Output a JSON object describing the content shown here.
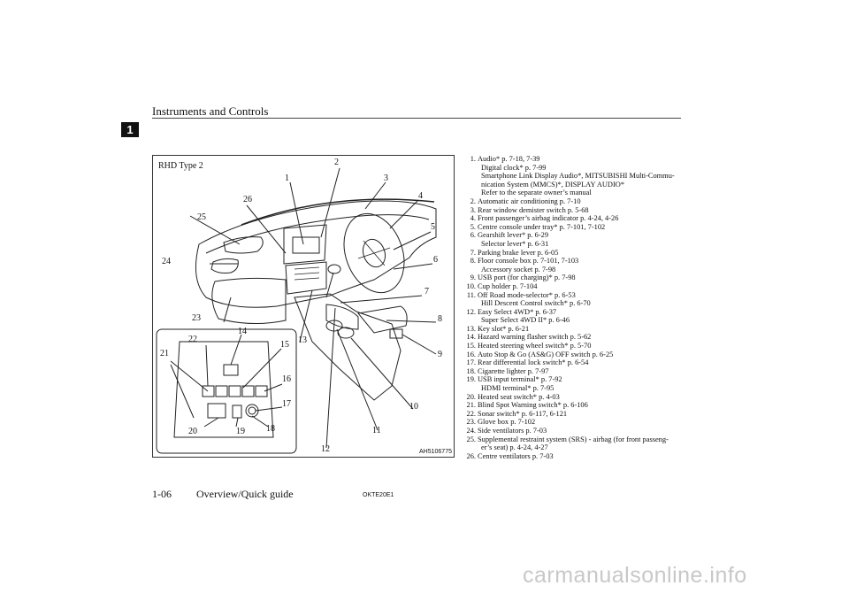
{
  "header": {
    "title": "Instruments and Controls",
    "chapter": "1"
  },
  "figure": {
    "label": "RHD Type 2",
    "code": "AH5106775",
    "callouts": [
      "1",
      "2",
      "3",
      "4",
      "5",
      "6",
      "7",
      "8",
      "9",
      "10",
      "11",
      "12",
      "13",
      "14",
      "15",
      "16",
      "17",
      "18",
      "19",
      "20",
      "21",
      "22",
      "23",
      "24",
      "25",
      "26"
    ]
  },
  "legend": [
    {
      "num": "1.",
      "lines": [
        "Audio* p. 7-18, 7-39",
        "Digital clock* p. 7-99",
        "Smartphone Link Display Audio*, MITSUBISHI Multi-Commu-",
        "nication System (MMCS)*, DISPLAY AUDIO*",
        "Refer to the separate owner’s manual"
      ]
    },
    {
      "num": "2.",
      "lines": [
        "Automatic air conditioning p. 7-10"
      ]
    },
    {
      "num": "3.",
      "lines": [
        "Rear window demister switch p. 5-68"
      ]
    },
    {
      "num": "4.",
      "lines": [
        "Front passenger’s airbag indicator p. 4-24, 4-26"
      ]
    },
    {
      "num": "5.",
      "lines": [
        "Centre console under tray* p. 7-101, 7-102"
      ]
    },
    {
      "num": "6.",
      "lines": [
        "Gearshift lever* p. 6-29",
        "Selector lever* p. 6-31"
      ]
    },
    {
      "num": "7.",
      "lines": [
        "Parking brake lever p. 6-05"
      ]
    },
    {
      "num": "8.",
      "lines": [
        "Floor console box p. 7-101, 7-103",
        "Accessory socket p. 7-98"
      ]
    },
    {
      "num": "9.",
      "lines": [
        "USB port (for charging)* p. 7-98"
      ]
    },
    {
      "num": "10.",
      "lines": [
        "Cup holder p. 7-104"
      ]
    },
    {
      "num": "11.",
      "lines": [
        "Off Road mode-selector* p. 6-53",
        "Hill Descent Control switch* p. 6-70"
      ]
    },
    {
      "num": "12.",
      "lines": [
        "Easy Select 4WD* p. 6-37",
        "Super Select 4WD II* p. 6-46"
      ]
    },
    {
      "num": "13.",
      "lines": [
        "Key slot* p. 6-21"
      ]
    },
    {
      "num": "14.",
      "lines": [
        "Hazard warning flasher switch p. 5-62"
      ]
    },
    {
      "num": "15.",
      "lines": [
        "Heated steering wheel switch* p. 5-70"
      ]
    },
    {
      "num": "16.",
      "lines": [
        "Auto Stop & Go (AS&G) OFF switch p. 6-25"
      ]
    },
    {
      "num": "17.",
      "lines": [
        "Rear differential lock switch* p. 6-54"
      ]
    },
    {
      "num": "18.",
      "lines": [
        "Cigarette lighter p. 7-97"
      ]
    },
    {
      "num": "19.",
      "lines": [
        "USB input terminal* p. 7-92",
        "HDMI terminal* p. 7-95"
      ]
    },
    {
      "num": "20.",
      "lines": [
        "Heated seat switch* p. 4-03"
      ]
    },
    {
      "num": "21.",
      "lines": [
        "Blind Spot Warning switch* p. 6-106"
      ]
    },
    {
      "num": "22.",
      "lines": [
        "Sonar switch* p. 6-117, 6-121"
      ]
    },
    {
      "num": "23.",
      "lines": [
        "Glove box p. 7-102"
      ]
    },
    {
      "num": "24.",
      "lines": [
        "Side ventilators p. 7-03"
      ]
    },
    {
      "num": "25.",
      "lines": [
        "Supplemental restraint system (SRS) - airbag (for front passeng-",
        "er’s seat) p. 4-24, 4-27"
      ]
    },
    {
      "num": "26.",
      "lines": [
        "Centre ventilators p. 7-03"
      ]
    }
  ],
  "footer": {
    "page": "1-06",
    "section": "Overview/Quick guide",
    "code": "OKTE20E1"
  },
  "watermark": "carmanualsonline.info"
}
